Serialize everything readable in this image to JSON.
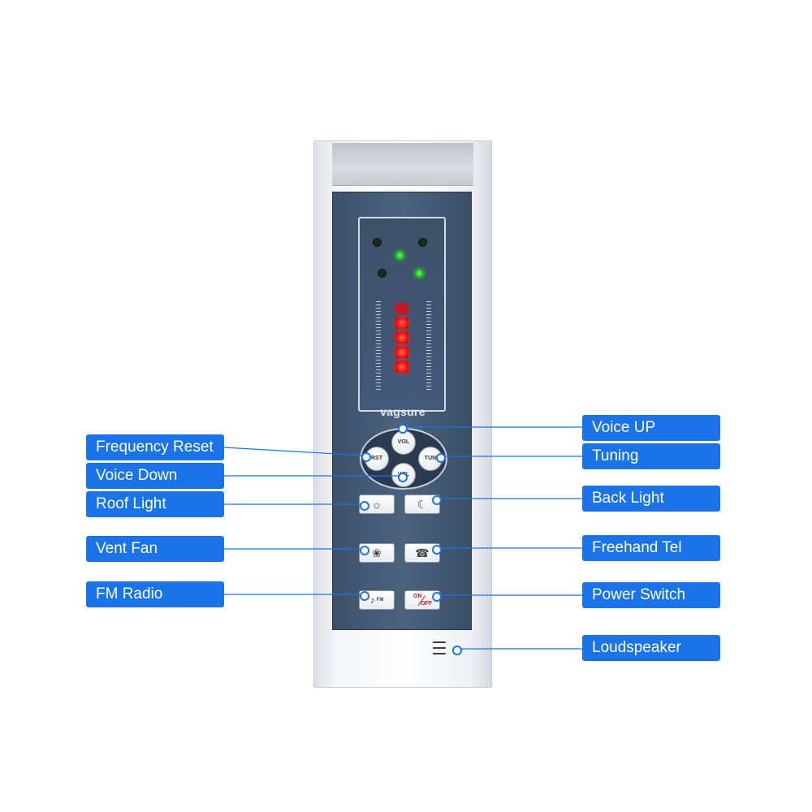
{
  "device": {
    "brand": "vagsure",
    "buttons": {
      "vol_up": "VOL",
      "vol_down": "VOL",
      "reset": "RST",
      "tuning": "TUN",
      "power_on": "ON",
      "power_off": "OFF",
      "fm": "FM"
    }
  },
  "callouts": {
    "frequency_reset": "Frequency Reset",
    "voice_down": "Voice Down",
    "roof_light": "Roof Light",
    "vent_fan": "Vent Fan",
    "fm_radio": "FM Radio",
    "voice_up": "Voice UP",
    "tuning": "Tuning",
    "back_light": "Back Light",
    "freehand_tel": "Freehand Tel",
    "power_switch": "Power Switch",
    "loudspeaker": "Loudspeaker"
  },
  "colors": {
    "callout_blue": "#1a73e8",
    "panel": "#44597a",
    "led_green": "#38e642",
    "led_red": "#ff1a14"
  },
  "meter": {
    "lit_segments": 4,
    "total_segments": 5
  }
}
